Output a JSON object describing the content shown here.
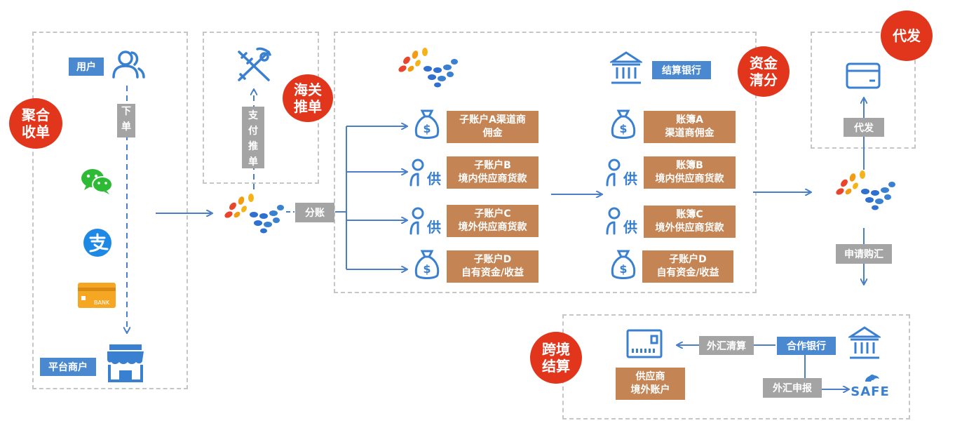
{
  "badges": {
    "aggregate": [
      "聚合",
      "收单"
    ],
    "customs": [
      "海关",
      "推单"
    ],
    "funds": [
      "资金",
      "清分"
    ],
    "payout": "代发",
    "crossborder": [
      "跨境",
      "结算"
    ]
  },
  "left": {
    "user_label": "用户",
    "order_label": [
      "下",
      "单"
    ],
    "merchant_label": "平台商户",
    "bank_card_text": "BANK"
  },
  "customs": {
    "push_label": [
      "支",
      "付",
      "推",
      "单"
    ]
  },
  "split_label": "分账",
  "settle_bank_label": "结算银行",
  "sub_accounts": [
    {
      "line1": "子账户A渠道商",
      "line2": "佣金"
    },
    {
      "line1": "子账户B",
      "line2": "境内供应商货款"
    },
    {
      "line1": "子账户C",
      "line2": "境外供应商货款"
    },
    {
      "line1": "子账户D",
      "line2": "自有资金/收益"
    }
  ],
  "ledgers": [
    {
      "line1": "账簿A",
      "line2": "渠道商佣金"
    },
    {
      "line1": "账簿B",
      "line2": "境内供应商货款"
    },
    {
      "line1": "账簿C",
      "line2": "境外供应商货款"
    },
    {
      "line1": "子账户D",
      "line2": "自有资金/收益"
    }
  ],
  "supplier_glyph": "供",
  "payout_label": "代发",
  "fx_apply_label": "申请购汇",
  "crossborder": {
    "fx_clear_label": "外汇清算",
    "partner_bank_label": "合作银行",
    "fx_report_label": "外汇申报",
    "supplier_account": [
      "供应商",
      "境外账户"
    ],
    "safe_text": "SAFE"
  },
  "colors": {
    "badge_red": "#e2361c",
    "label_blue": "#4a88d0",
    "label_brown": "#c48454",
    "label_gray": "#a4a4a4",
    "arrow_blue": "#4a7fc8"
  }
}
